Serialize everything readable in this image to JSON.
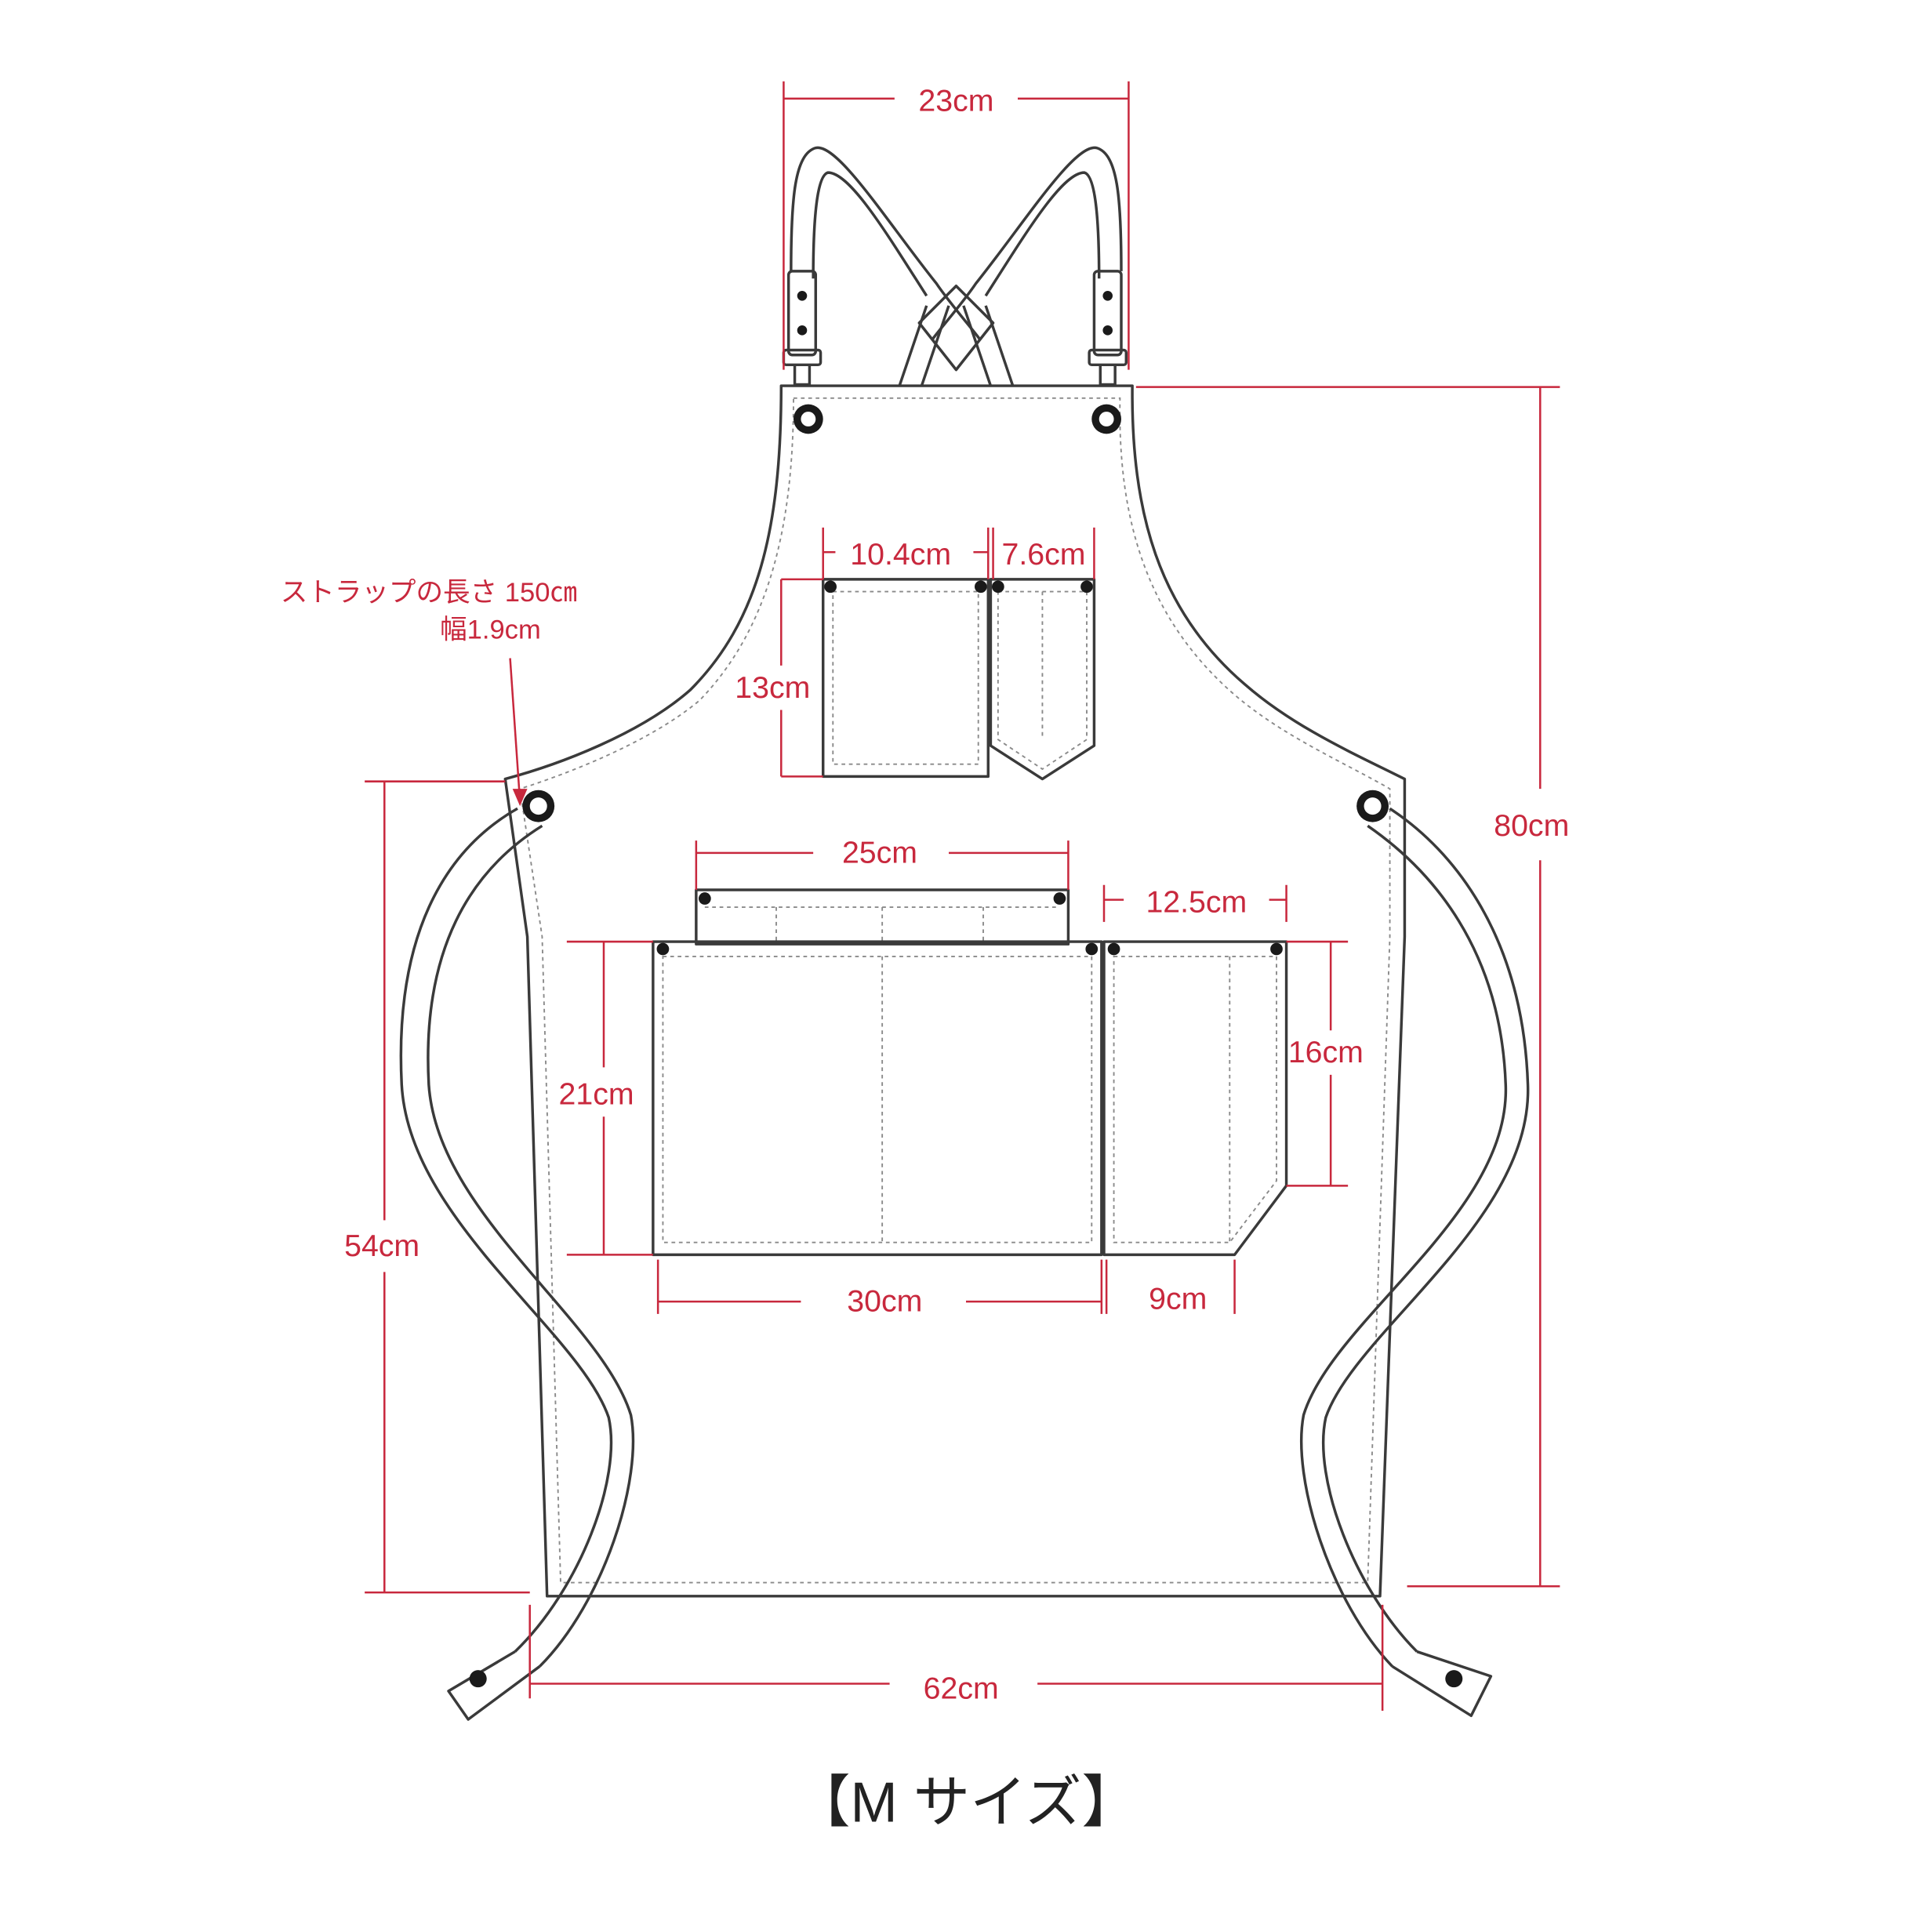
{
  "colors": {
    "dimension": "#c8283d",
    "outline": "#3a3a3a",
    "stitch": "#8a8a8a",
    "caption": "#222222"
  },
  "dimensions": {
    "strap_span": "23cm",
    "total_length": "80cm",
    "chest_pocket_width": "10.4cm",
    "pen_pocket_width": "7.6cm",
    "chest_pocket_height": "13cm",
    "top_pocket_width": "25cm",
    "side_pocket_width": "12.5cm",
    "main_pocket_height": "21cm",
    "side_pocket_height": "16cm",
    "main_pocket_width": "30cm",
    "side_pocket_bottom": "9cm",
    "side_length": "54cm",
    "bottom_width": "62cm"
  },
  "strap_note": {
    "length": "ストラップの長さ 150㎝",
    "width": "幅1.9cm"
  },
  "caption": "【M サイズ】",
  "icons": [
    "arrow-icon",
    "rivet-icon",
    "grommet-icon",
    "buckle-icon"
  ]
}
